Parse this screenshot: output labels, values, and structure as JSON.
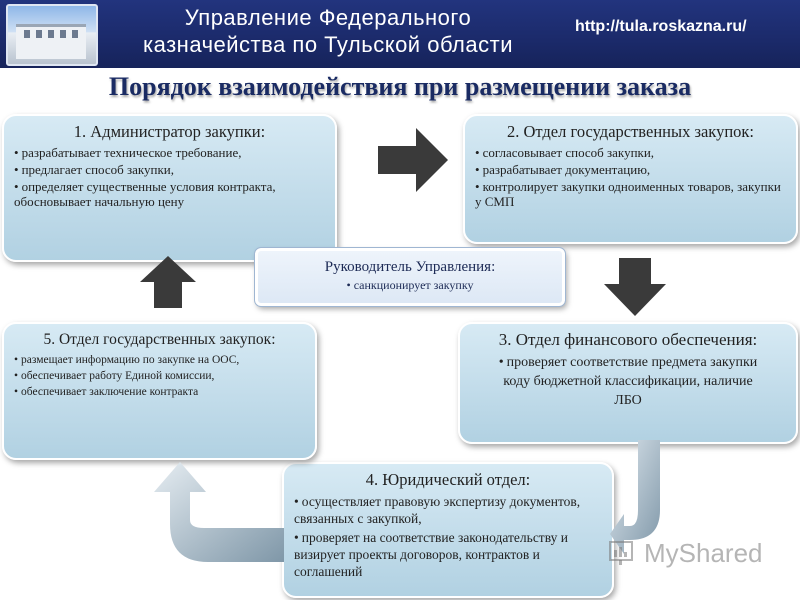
{
  "header": {
    "org_line1": "Управление Федерального",
    "org_line2": "казначейства по Тульской области",
    "url": "http://tula.roskazna.ru/"
  },
  "title": "Порядок взаимодействия при размещении заказа",
  "boxes": {
    "b1": {
      "heading": "1. Администратор закупки:",
      "items": [
        "разрабатывает техническое требование,",
        "предлагает способ закупки,",
        "определяет существенные условия контракта, обосновывает начальную цену"
      ]
    },
    "b2": {
      "heading": "2. Отдел государственных закупок:",
      "items": [
        "согласовывает способ закупки,",
        "разрабатывает документацию,",
        "контролирует закупки одноименных товаров, закупки у СМП"
      ]
    },
    "b3": {
      "heading": "3. Отдел финансового обеспечения:",
      "items": [
        "проверяет соответствие предмета закупки коду бюджетной классификации, наличие ЛБО"
      ]
    },
    "b4": {
      "heading": "4. Юридический отдел:",
      "items": [
        "осуществляет правовую экспертизу документов, связанных с закупкой,",
        "проверяет на соответствие законодательству и визирует проекты договоров, контрактов и соглашений"
      ]
    },
    "b5": {
      "heading": "5. Отдел государственных закупок:",
      "items": [
        "размещает информацию по закупке на ООС,",
        "обеспечивает работу Единой комиссии,",
        "обеспечивает заключение контракта"
      ]
    }
  },
  "center": {
    "heading": "Руководитель Управления:",
    "item": "санкционирует закупку"
  },
  "watermark": "MyShared",
  "colors": {
    "header_bg": "#1b2a6a",
    "title_text": "#1a2b63",
    "box_bg": "#c2dcea",
    "arrow_dark": "#3a3a3a"
  }
}
